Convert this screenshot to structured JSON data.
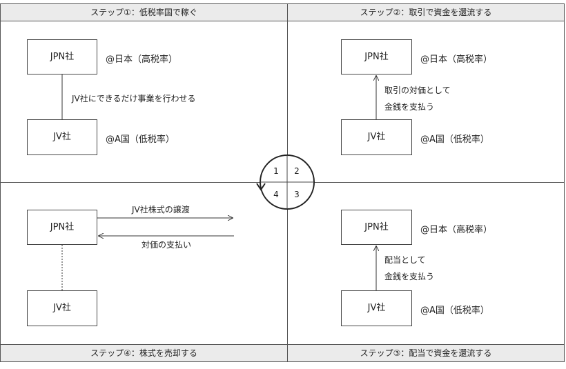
{
  "headers": {
    "step1": "ステップ①：低税率国で稼ぐ",
    "step2": "ステップ②：取引で資金を還流する",
    "step3": "ステップ③：配当で資金を還流する",
    "step4": "ステップ④：株式を売却する"
  },
  "entities": {
    "jpn": "JPN社",
    "jv": "JV社"
  },
  "locations": {
    "japan": "@日本（高税率）",
    "country_a": "@A国（低税率）"
  },
  "q1": {
    "note": "JV社にできるだけ事業を行わせる"
  },
  "q2": {
    "note_line1": "取引の対価として",
    "note_line2": "金銭を支払う"
  },
  "q3": {
    "note_line1": "配当として",
    "note_line2": "金銭を支払う"
  },
  "q4": {
    "arrow_right_label": "JV社株式の譲渡",
    "arrow_left_label": "対価の支払い"
  },
  "cycle": {
    "n1": "1",
    "n2": "2",
    "n3": "3",
    "n4": "4"
  }
}
